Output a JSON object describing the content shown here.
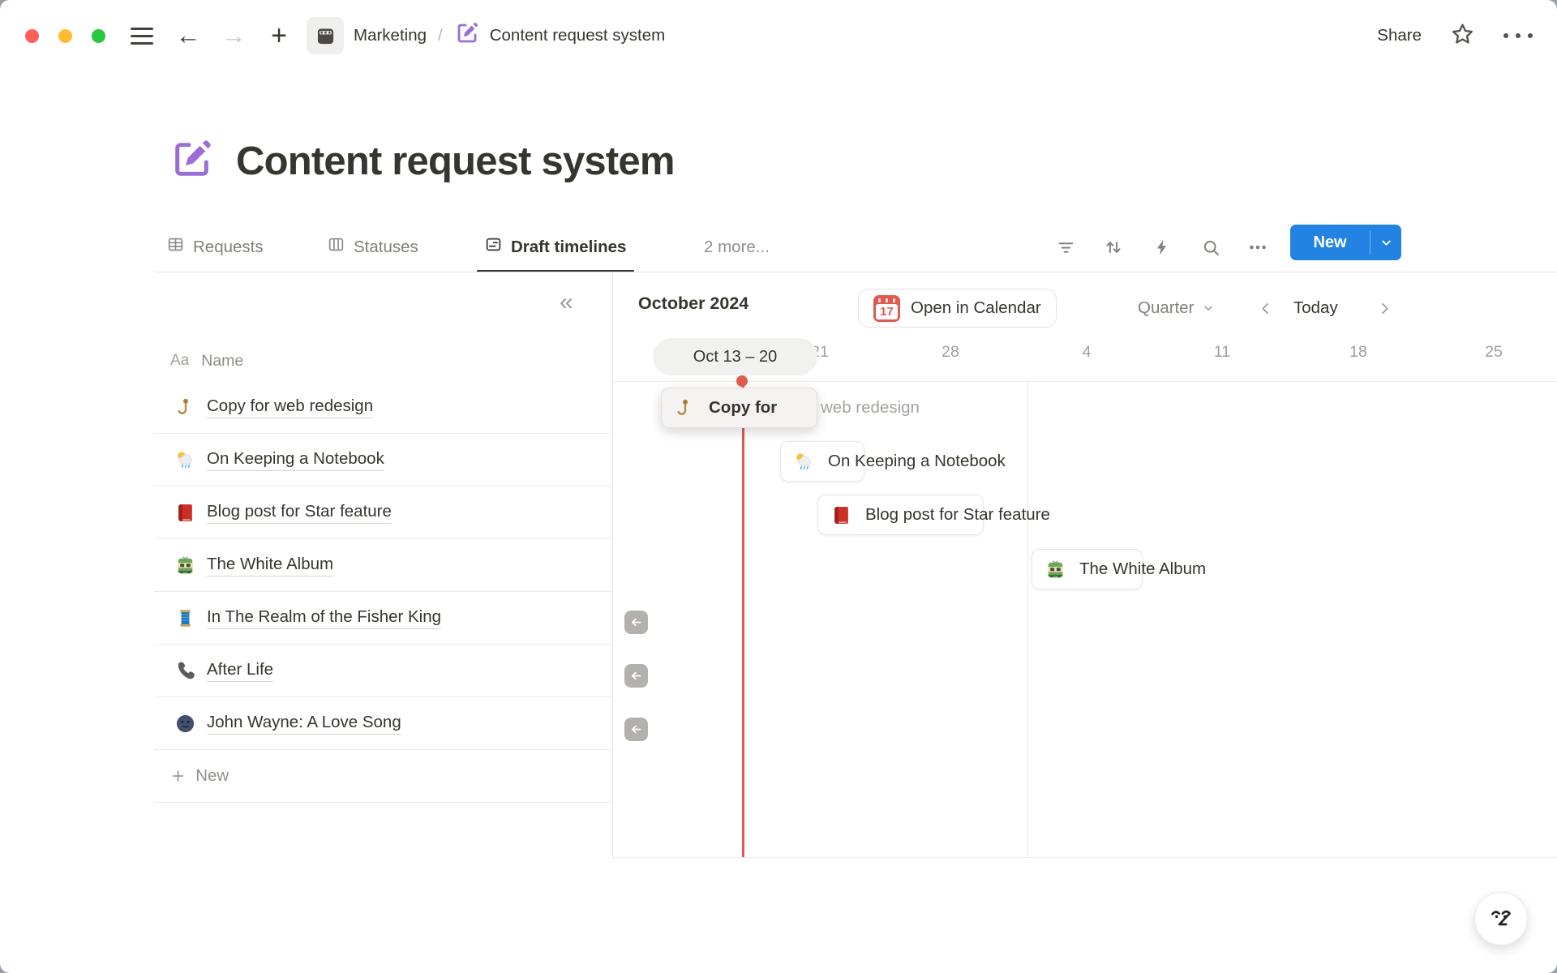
{
  "colors": {
    "accent_blue": "#2383e2",
    "today_red": "#e05a51",
    "page_icon_purple": "#9a6dd7"
  },
  "titlebar": {
    "breadcrumb_workspace": "Marketing",
    "breadcrumb_separator": "/",
    "breadcrumb_page": "Content request system",
    "share_label": "Share"
  },
  "page": {
    "title": "Content request system"
  },
  "view_tabs": {
    "tabs": [
      {
        "label": "Requests",
        "icon": "table-view",
        "active": false
      },
      {
        "label": "Statuses",
        "icon": "board-view",
        "active": false
      },
      {
        "label": "Draft timelines",
        "icon": "timeline-view",
        "active": true
      }
    ],
    "more_label": "2 more...",
    "new_button_label": "New"
  },
  "side_table": {
    "property_type_glyph": "Aa",
    "header": "Name",
    "rows": [
      {
        "icon": "hook",
        "title": "Copy for web redesign"
      },
      {
        "icon": "sun-behind-rain-cloud",
        "title": "On Keeping a Notebook"
      },
      {
        "icon": "closed-book",
        "title": "Blog post for Star feature"
      },
      {
        "icon": "tram",
        "title": "The White Album"
      },
      {
        "icon": "thread",
        "title": "In The Realm of the Fisher King"
      },
      {
        "icon": "phone",
        "title": "After Life"
      },
      {
        "icon": "new-moon-face",
        "title": "John Wayne: A Love Song"
      }
    ],
    "new_row_label": "New"
  },
  "timeline": {
    "period_label": "October 2024",
    "open_in_calendar_label": "Open in Calendar",
    "calendar_icon_day": "17",
    "zoom_select_label": "Quarter",
    "today_button_label": "Today",
    "hover_range_label": "Oct 13 – 20",
    "week_ticks": [
      "21",
      "28",
      "4",
      "11",
      "18",
      "25"
    ],
    "bars": [
      {
        "icon": "hook",
        "visible_label": "Copy for",
        "overflow_label": "web redesign"
      },
      {
        "icon": "sun-behind-rain-cloud",
        "label": "On Keeping a Notebook"
      },
      {
        "icon": "closed-book",
        "label": "Blog post for Star feature"
      },
      {
        "icon": "tram",
        "label": "The White Album"
      }
    ]
  }
}
